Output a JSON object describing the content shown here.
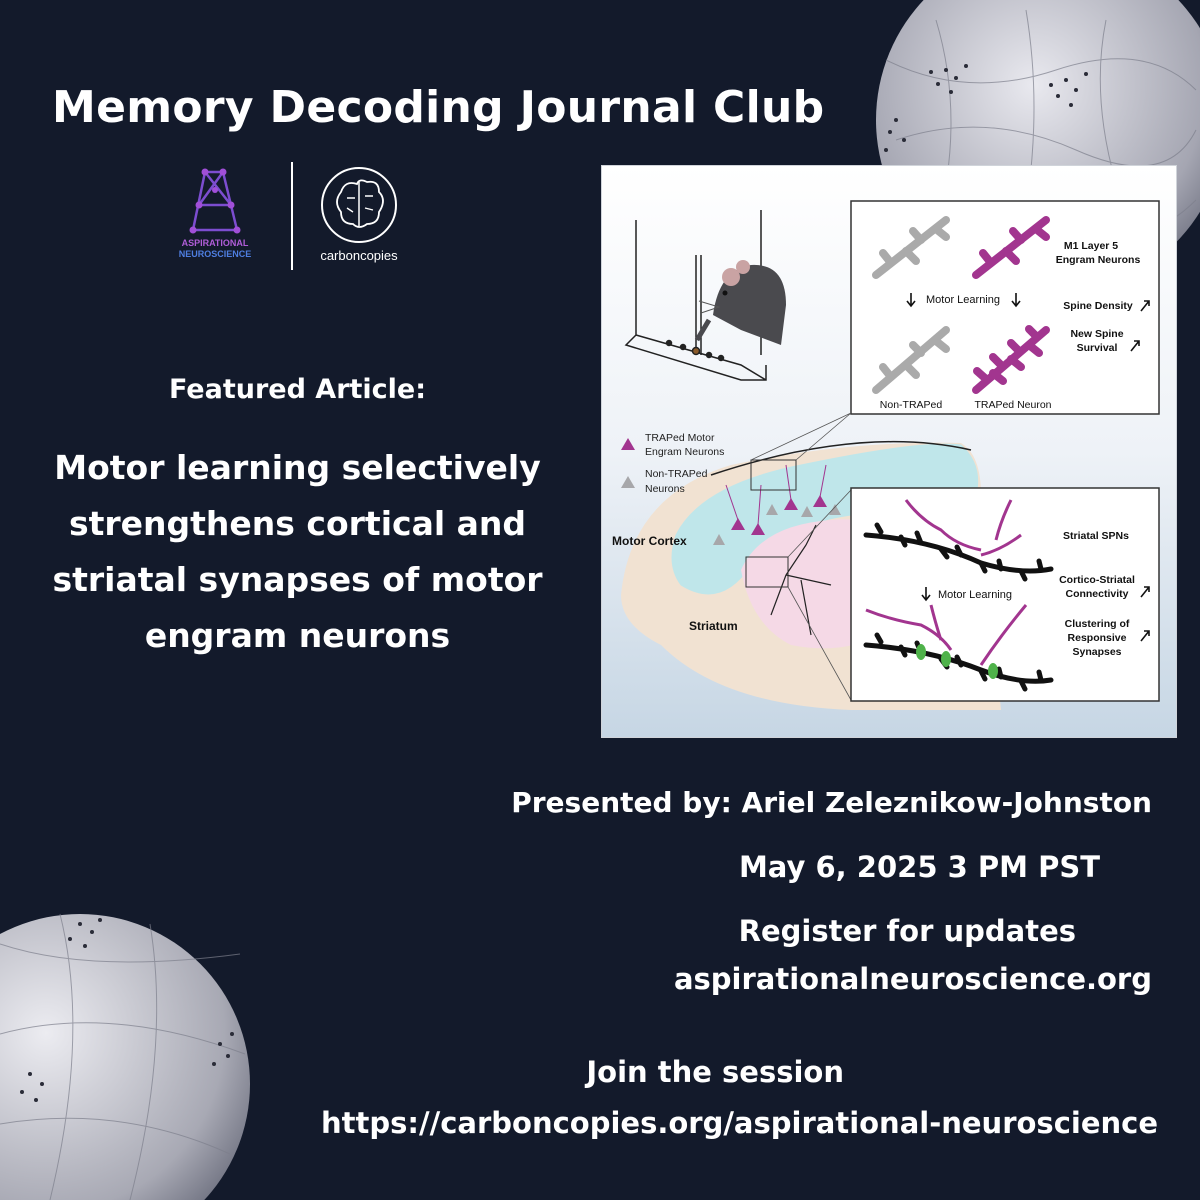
{
  "title": "Memory Decoding Journal Club",
  "logos": {
    "left_line1": "ASPIRATIONAL",
    "left_line2": "NEUROSCIENCE",
    "right": "carboncopies"
  },
  "featured_label": "Featured Article:",
  "article_title": "Motor learning selectively strengthens cortical and striatal synapses of motor engram neurons",
  "presenter": "Presented by: Ariel Zeleznikow-Johnston",
  "date": "May 6, 2025 3 PM PST",
  "register_text": "Register for updates",
  "register_url": "aspirationalneuroscience.org",
  "join_text": "Join the session",
  "join_url": "https://carboncopies.org/aspirational-neuroscience",
  "figure": {
    "top_box": {
      "label_engram_l1": "M1 Layer 5",
      "label_engram_l2": "Engram Neurons",
      "motor_learning": "Motor Learning",
      "spine_density": "Spine Density",
      "new_spine_l1": "New Spine",
      "new_spine_l2": "Survival",
      "non_traped": "Non-TRAPed",
      "traped_neuron": "TRAPed Neuron"
    },
    "legend": {
      "traped_l1": "TRAPed Motor",
      "traped_l2": "Engram Neurons",
      "non_l1": "Non-TRAPed",
      "non_l2": "Neurons"
    },
    "regions": {
      "motor_cortex": "Motor Cortex",
      "striatum": "Striatum"
    },
    "bottom_box": {
      "striatal_spns": "Striatal SPNs",
      "motor_learning": "Motor Learning",
      "cs_l1": "Cortico-Striatal",
      "cs_l2": "Connectivity",
      "cl_l1": "Clustering of",
      "cl_l2": "Responsive",
      "cl_l3": "Synapses"
    }
  },
  "colors": {
    "background": "#131a2b",
    "engram": "#a2358f",
    "non_traped": "#a7a7aa",
    "cortex": "#bfe6ea",
    "striatum": "#f5d9e6",
    "brain": "#f1e2d2"
  }
}
